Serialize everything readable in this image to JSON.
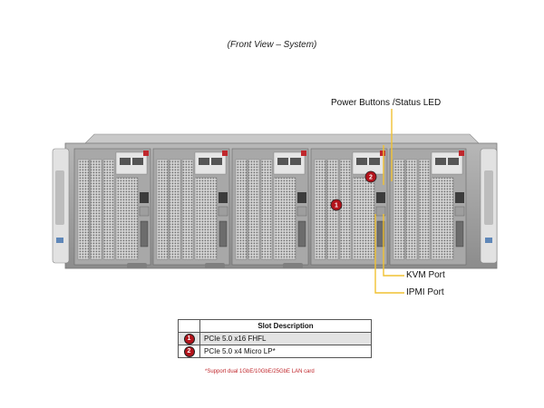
{
  "caption": "(Front View – System)",
  "callouts": {
    "power": "Power Buttons /Status LED",
    "kvm": "KVM Port",
    "ipmi": "IPMI Port"
  },
  "markers": [
    "1",
    "2"
  ],
  "table": {
    "header": "Slot Description",
    "rows": [
      {
        "num": "1",
        "desc": "PCIe 5.0 x16 FHFL"
      },
      {
        "num": "2",
        "desc": "PCIe 5.0 x4 Micro LP*"
      }
    ]
  },
  "footnote": "*Support dual 1GbE/10GbE/25GbE LAN card",
  "colors": {
    "callout_line": "#f1c232",
    "marker": "#b3141c",
    "footnote": "#c0282d"
  }
}
